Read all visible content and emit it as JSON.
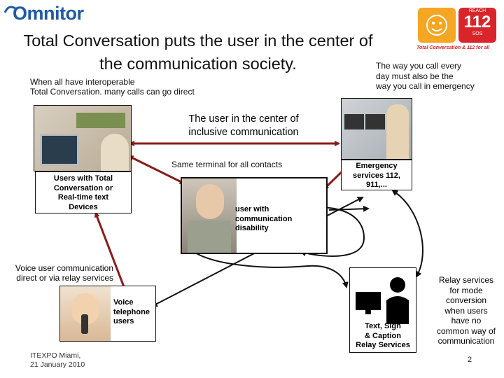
{
  "header": {
    "logo": "Omnitor",
    "title_line1": "Total Conversation puts the user in the center of",
    "title_line2": "the communication society.",
    "subtitle_line1": "When all have interoperable",
    "subtitle_line2": "Total Conversation. many calls can go direct",
    "right_note_line1": "The way you call every",
    "right_note_line2": "day must also be the",
    "right_note_line3": "way you call in emergency"
  },
  "badge": {
    "number": "112",
    "reach": "REACH",
    "sos": "SOS",
    "caption": "Total Conversation & 112 for all"
  },
  "diagram": {
    "center_title_line1": "The user in the center of",
    "center_title_line2": "inclusive communication",
    "same_terminal": "Same terminal for all contacts",
    "tc_users_line1": "Users with Total",
    "tc_users_line2": "Conversation or",
    "tc_users_line3": "Real-time text",
    "tc_users_line4": "Devices",
    "emergency_line1": "Emergency",
    "emergency_line2": "services 112,",
    "emergency_line3": "911,...",
    "user_line1": "user with",
    "user_line2": "communication",
    "user_line3": "disability",
    "voice_comm_line1": "Voice user communication",
    "voice_comm_line2": "direct or via relay services",
    "voice_users_line1": "Voice",
    "voice_users_line2": "telephone",
    "voice_users_line3": "users",
    "relay_line1": "Text, Sign",
    "relay_line2": "& Caption",
    "relay_line3": "Relay Services",
    "relay_note_line1": "Relay services",
    "relay_note_line2": "for mode",
    "relay_note_line3": "conversion",
    "relay_note_line4": "when users",
    "relay_note_line5": "have no",
    "relay_note_line6": "common way of",
    "relay_note_line7": "communication"
  },
  "footer": {
    "event": "ITEXPO Miami,",
    "date": "21 January 2010",
    "page": "2"
  },
  "colors": {
    "arrow_red": "#8b1a1a",
    "logo_blue": "#1f5aa6",
    "badge_red": "#d9252a",
    "badge_orange": "#f5a623"
  }
}
